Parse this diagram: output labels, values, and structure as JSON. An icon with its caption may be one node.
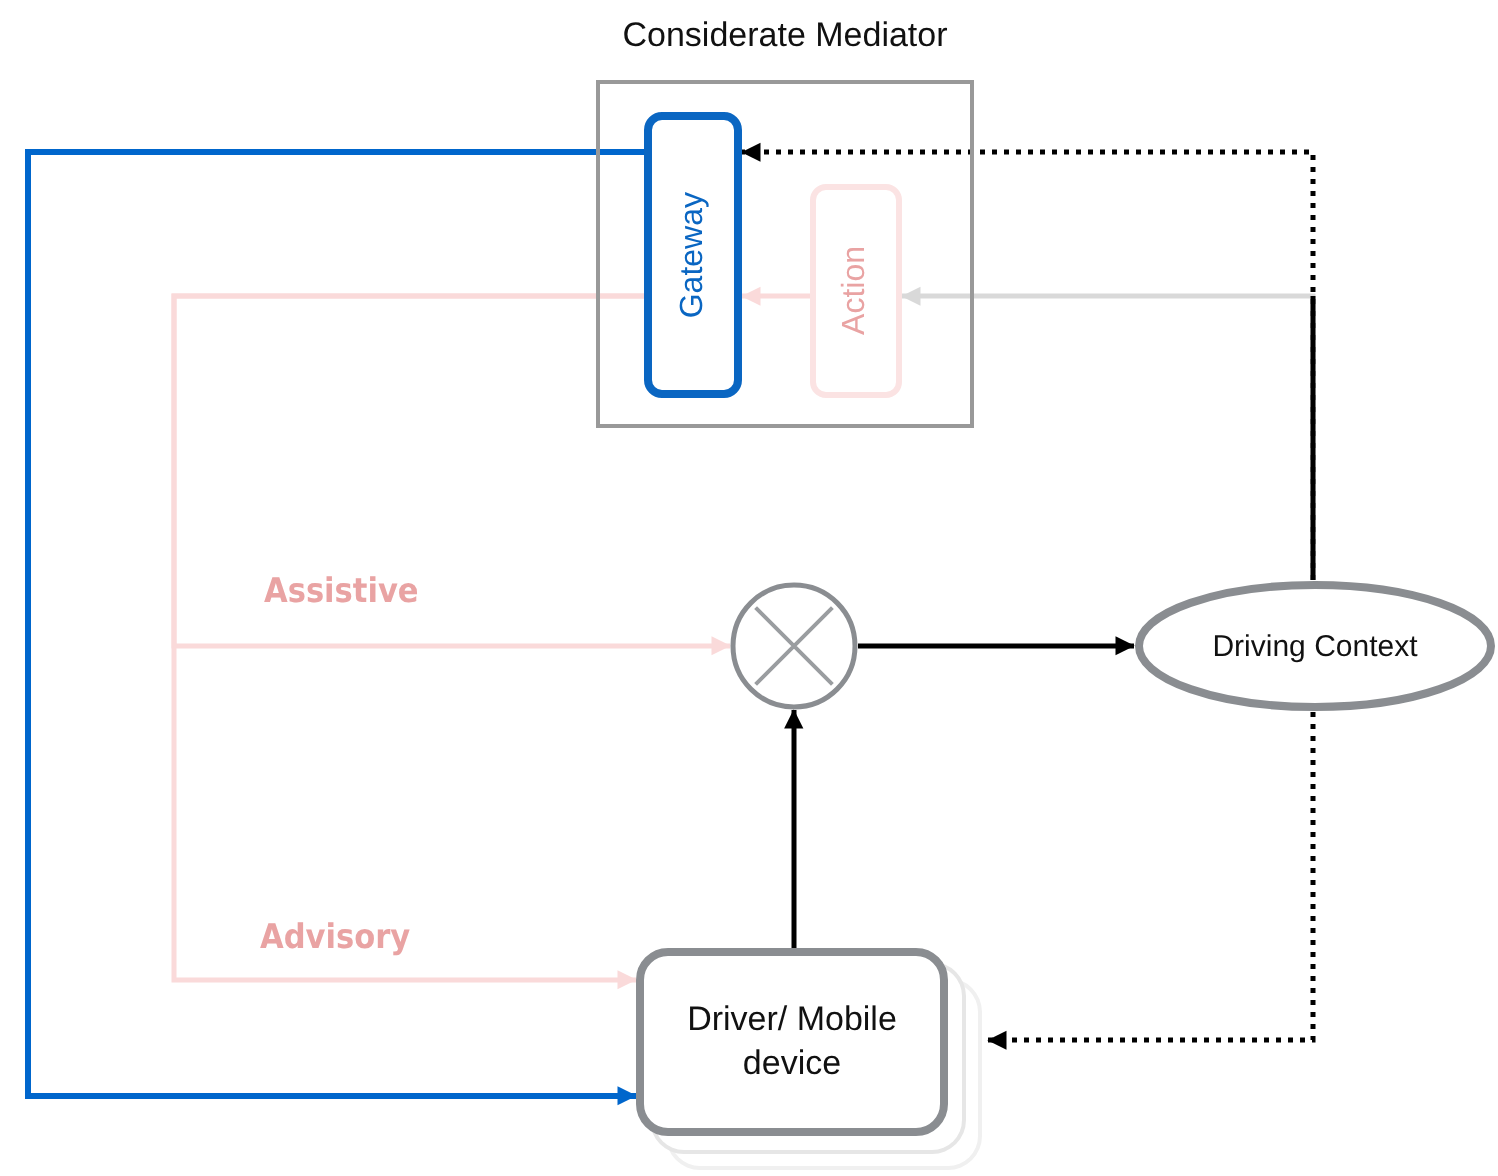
{
  "diagram": {
    "nodes": [
      {
        "text": [
          "Considerate Mediator"
        ]
      },
      {
        "text": [
          "Gateway"
        ],
        "in": 0
      },
      {
        "text": [
          "Action"
        ],
        "in": 0
      },
      {
        "text": [],
        "shape": "circle"
      },
      {
        "text": [
          "Driving Context"
        ]
      },
      {
        "text": [
          "Driver/ Mobile device"
        ]
      }
    ],
    "edges": [
      {
        "from": 4,
        "to": 1,
        "arrow": "to",
        "style": "dashed"
      },
      {
        "from": 4,
        "to": 2,
        "arrow": "to",
        "color": "#d9d9d9"
      },
      {
        "from": 2,
        "to": 1,
        "arrow": "to",
        "color": "#fadada"
      },
      {
        "from": 1,
        "to": 3,
        "arrow": "to",
        "color": "#fadada",
        "label": "Assistive"
      },
      {
        "from": 1,
        "to": 5,
        "arrow": "to",
        "color": "#fadada",
        "label": "Advisory"
      },
      {
        "from": 1,
        "to": 5,
        "arrow": "to",
        "color": "#0066cc"
      },
      {
        "from": 3,
        "to": 4,
        "arrow": "to"
      },
      {
        "from": 5,
        "to": 3,
        "arrow": "to"
      },
      {
        "from": 4,
        "to": 5,
        "arrow": "to",
        "style": "dashed"
      }
    ]
  }
}
